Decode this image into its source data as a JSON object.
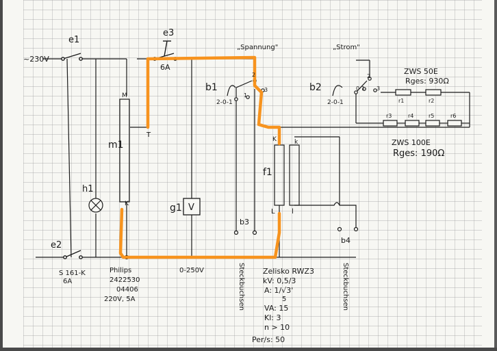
{
  "labels": {
    "supply": "~230V",
    "e1": "e1",
    "e3": "e3",
    "e3_rating": "6A",
    "spannung": "„Spannung\"",
    "strom": "„Strom\"",
    "b1": "b1",
    "b1_positions": "2-0-1",
    "b1_c1": "1",
    "b1_c2": "2",
    "b1_c3": "3",
    "b2": "b2",
    "b2_positions": "2-0-1",
    "b2_c1": "1",
    "b2_c2": "2",
    "b2_c3": "3",
    "b2_c0": "0",
    "zws50_name": "ZWS 50E",
    "zws50_r": "Rges: 930Ω",
    "r1": "r1",
    "r2": "r2",
    "r3": "r3",
    "r4": "r4",
    "r5": "r5",
    "r6": "r6",
    "zws100_name": "ZWS 100E",
    "zws100_r": "Rges: 190Ω",
    "m1": "m1",
    "m1_top": "M",
    "m1_tap": "T",
    "m1_bottom": "K",
    "h1": "h1",
    "g1": "g1",
    "g1_symbol": "V",
    "f1": "f1",
    "f1_k_left": "K",
    "f1_k_right": "k",
    "f1_l_left": "L",
    "f1_l_right": "l",
    "b3": "b3",
    "b4": "b4",
    "e2": "e2",
    "e2_type": "S 161-K",
    "e2_rating": "6A",
    "philips_1": "Philips",
    "philips_2": "2422530",
    "philips_3": "04406",
    "philips_4": "220V, 5A",
    "voltmeter_range": "0-250V",
    "steckbuchsen_1": "Steckbuchsen",
    "steckbuchsen_2": "Steckbuchsen",
    "zelisko_1": "Zelisko RWZ3",
    "zelisko_2": "kV: 0,5/3",
    "zelisko_3": "A: 1/√3'",
    "zelisko_4": "5",
    "zelisko_5": "VA: 15",
    "zelisko_6": "Kl: 3",
    "zelisko_7": "n > 10",
    "zelisko_8": "Per/s: 50"
  },
  "colors": {
    "page": "#f7f7f3",
    "grid": "#9a9a9a",
    "ink": "#1a1a1a",
    "highlight": "#f7931e"
  }
}
